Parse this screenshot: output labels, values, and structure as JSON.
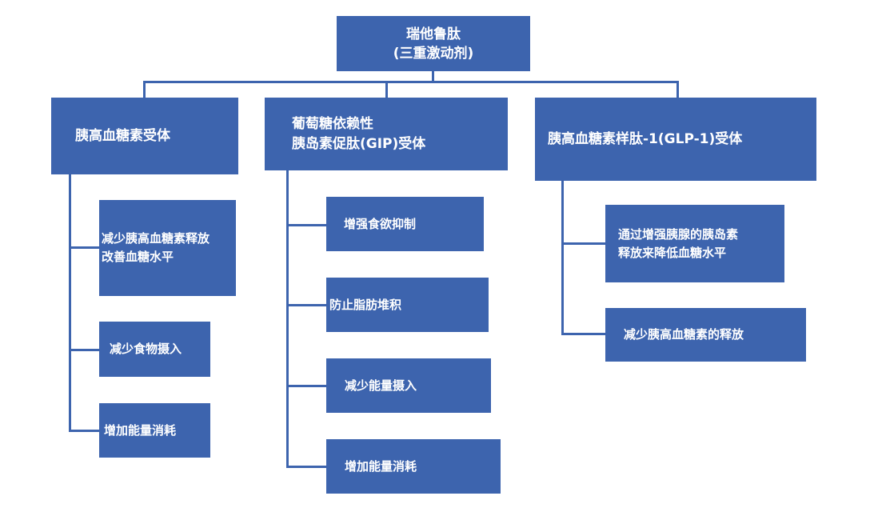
{
  "root": {
    "line1": "瑞他鲁肽",
    "line2": "(三重激动剂)"
  },
  "receptors": [
    {
      "label": "胰高血糖素受体",
      "effects": [
        "减少胰高血糖素释放\n改善血糖水平",
        "减少食物摄入",
        "增加能量消耗"
      ]
    },
    {
      "label": "葡萄糖依赖性\n胰岛素促肽(GIP)受体",
      "effects": [
        "增强食欲抑制",
        "防止脂肪堆积",
        "减少能量摄入",
        "增加能量消耗"
      ]
    },
    {
      "label": "胰高血糖素样肽-1(GLP-1)受体",
      "effects": [
        "通过增强胰腺的胰岛素\n释放来降低血糖水平",
        "减少胰高血糖素的释放"
      ]
    }
  ],
  "colors": {
    "box": "#3d64ae",
    "text": "#ffffff",
    "line": "#3d64ae"
  }
}
